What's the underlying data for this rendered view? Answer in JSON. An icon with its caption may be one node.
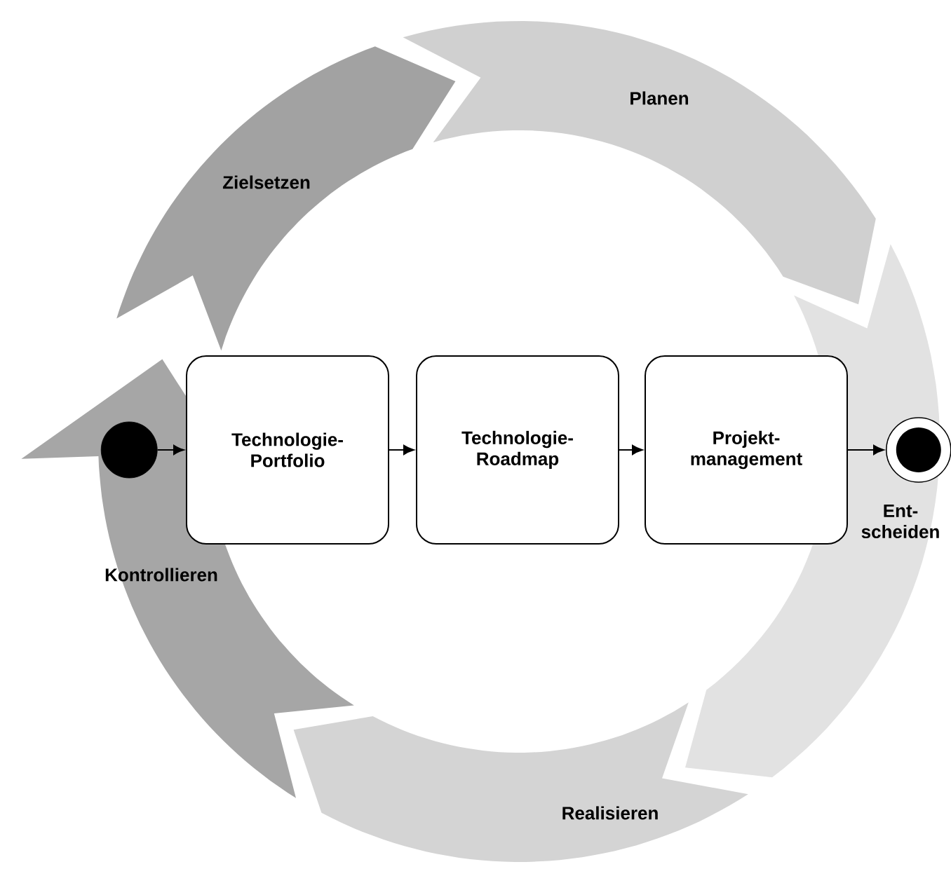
{
  "diagram": {
    "nodes": [
      {
        "text": [
          "Zielsetzen"
        ]
      },
      {
        "text": [
          "Planen"
        ]
      },
      {
        "text": [],
        "shape": "circle",
        "in": 8
      },
      {
        "text": [
          "Technologie- Portfolio"
        ]
      },
      {
        "text": [
          "Technologie- Roadmap"
        ]
      },
      {
        "text": [
          "Projekt- management"
        ]
      },
      {
        "text": [],
        "shape": "circle",
        "in": 7
      },
      {
        "text": [
          "Ent- scheiden"
        ]
      },
      {
        "text": [
          "Kontrollieren"
        ]
      },
      {
        "text": [
          "Realisieren"
        ]
      }
    ],
    "edges": [
      {
        "from": 2,
        "to": 3,
        "arrow": "to"
      },
      {
        "from": 3,
        "to": 4,
        "arrow": "to"
      },
      {
        "from": 4,
        "to": 5,
        "arrow": "to"
      },
      {
        "from": 5,
        "to": 6,
        "arrow": "to"
      }
    ]
  }
}
